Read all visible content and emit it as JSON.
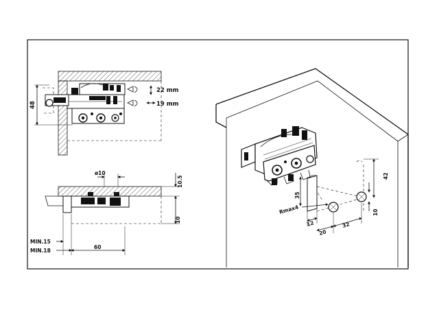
{
  "drawing": {
    "front_view": {
      "height_dim": "48",
      "depth_22": "22 mm",
      "depth_19": "19 mm"
    },
    "plan_view": {
      "hole_dia": "ø10",
      "dim_10_5": "10.5",
      "dim_10": "10",
      "min_15": "MIN.15",
      "min_18": "MIN.18",
      "dim_60": "60"
    },
    "iso_view": {
      "dim_42": "42",
      "dim_35": "35",
      "dim_10": "10",
      "rmax": "Rmax4",
      "dim_12": "12",
      "dim_20": "20",
      "dim_32": "32"
    },
    "colors": {
      "line": "#111111",
      "paper": "#ffffff"
    }
  }
}
